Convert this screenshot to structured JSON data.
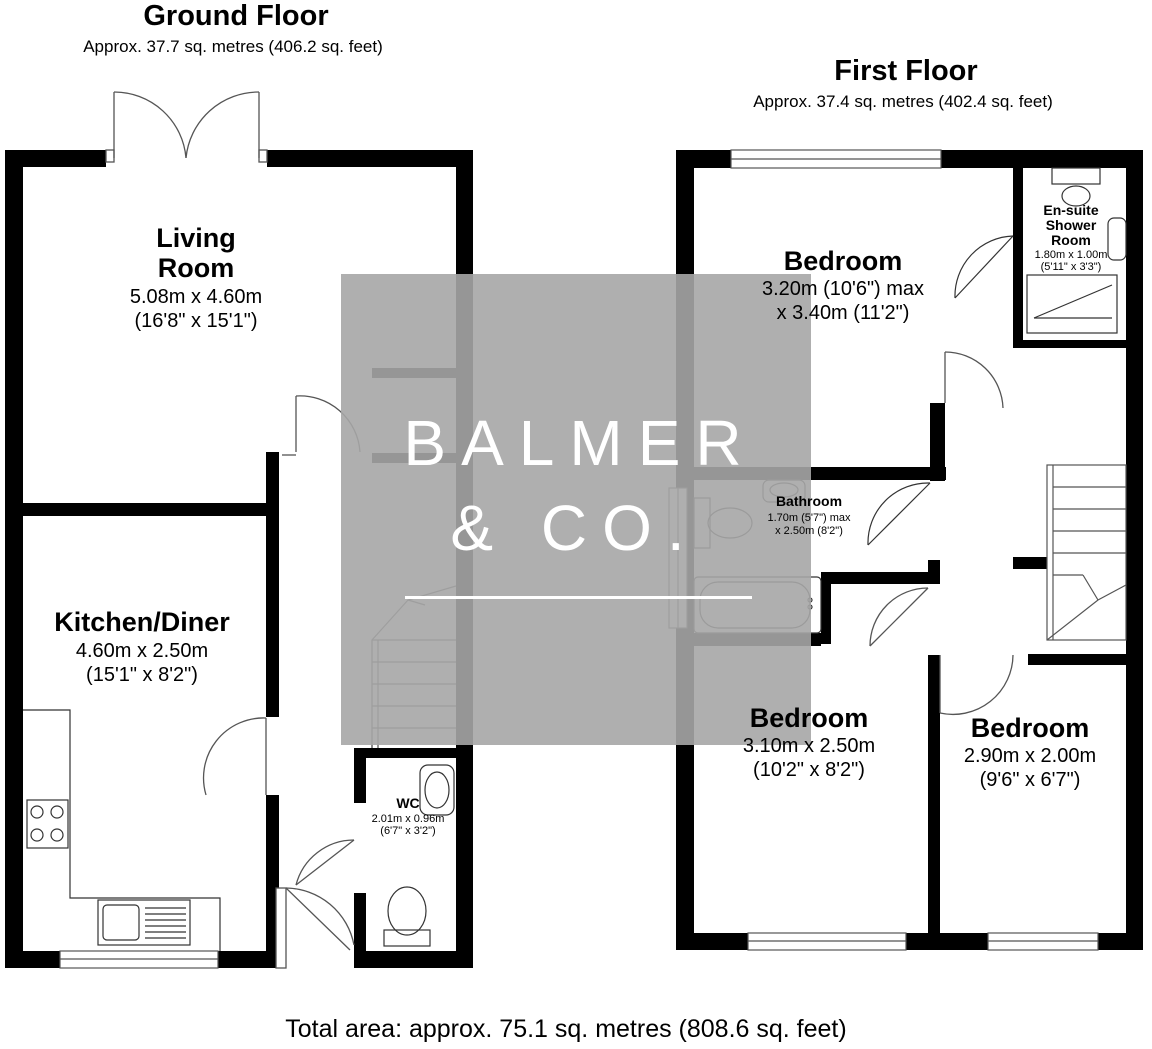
{
  "ground_floor": {
    "title": "Ground Floor",
    "area": "Approx. 37.7 sq. metres (406.2 sq. feet)",
    "rooms": {
      "living": {
        "name_line1": "Living",
        "name_line2": "Room",
        "dims_metric": "5.08m x 4.60m",
        "dims_imperial": "(16'8\" x 15'1\")"
      },
      "kitchen": {
        "name": "Kitchen/Diner",
        "dims_metric": "4.60m x 2.50m",
        "dims_imperial": "(15'1\" x 8'2\")"
      },
      "wc": {
        "name": "WC",
        "dims_metric": "2.01m x 0.96m",
        "dims_imperial": "(6'7\" x 3'2\")"
      }
    }
  },
  "first_floor": {
    "title": "First Floor",
    "area": "Approx. 37.4 sq. metres (402.4 sq. feet)",
    "rooms": {
      "bedroom1": {
        "name": "Bedroom",
        "dims_metric": "3.20m (10'6\") max",
        "dims_imperial": "x 3.40m (11'2\")"
      },
      "ensuite": {
        "name_line1": "En-suite",
        "name_line2": "Shower",
        "name_line3": "Room",
        "dims_metric": "1.80m x 1.00m",
        "dims_imperial": "(5'11\" x 3'3\")"
      },
      "bathroom": {
        "name": "Bathroom",
        "dims_metric": "1.70m (5'7\") max",
        "dims_imperial": "x 2.50m (8'2\")"
      },
      "bedroom2": {
        "name": "Bedroom",
        "dims_metric": "3.10m x 2.50m",
        "dims_imperial": "(10'2\" x 8'2\")"
      },
      "bedroom3": {
        "name": "Bedroom",
        "dims_metric": "2.90m x 2.00m",
        "dims_imperial": "(9'6\" x 6'7\")"
      }
    }
  },
  "total_area": "Total area: approx. 75.1 sq. metres (808.6 sq. feet)",
  "watermark": {
    "line1": "BALMER",
    "line2": "& CO."
  },
  "colors": {
    "wall": "#000000",
    "watermark_box": "#a6a6a6",
    "watermark_text": "#ffffff"
  }
}
